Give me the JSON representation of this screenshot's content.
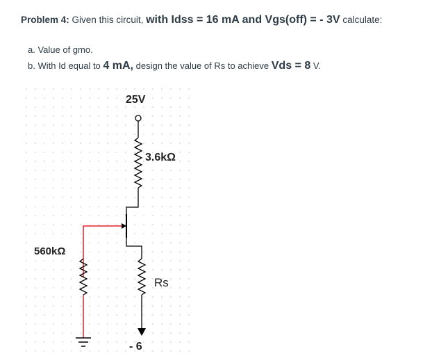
{
  "problem": {
    "label": "Problem 4:",
    "intro": "Given this circuit,",
    "conditions": "with Idss = 16 mA and Vgs(off) = - 3V",
    "suffix": "calculate:"
  },
  "parts": {
    "a": {
      "text": "a. Value of gmo."
    },
    "b": {
      "prefix": "b. With Id equal to",
      "id_value": "4 mA,",
      "middle": "design the value of Rs to achieve",
      "vds_value": "Vds = 8",
      "suffix": "V."
    }
  },
  "circuit": {
    "supply_voltage": "25V",
    "drain_resistor": "3.6kΩ",
    "gate_resistor": "560kΩ",
    "source_resistor": "Rs",
    "source_supply": "- 6",
    "colors": {
      "wire": "#000000",
      "highlight": "#e8202a",
      "grid_dot": "#cfcfcf"
    }
  }
}
